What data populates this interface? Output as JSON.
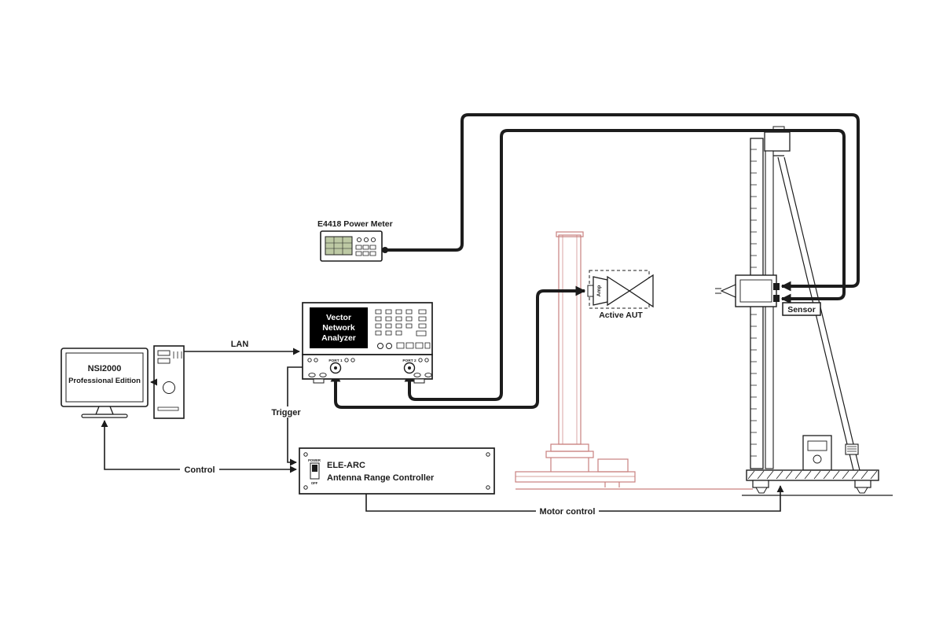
{
  "colors": {
    "ink": "#1c1c1c",
    "positioner": "#c9807e",
    "meter_display": "#bdc9a4"
  },
  "workstation": {
    "monitor_line1": "NSI2000",
    "monitor_line2": "Professional Edition"
  },
  "power_meter": {
    "label": "E4418 Power Meter"
  },
  "vna": {
    "screen": [
      "Vector",
      "Network",
      "Analyzer"
    ],
    "port1": "PORT 1",
    "port2": "PORT 2"
  },
  "controller": {
    "name": "ELE-ARC",
    "subtitle": "Antenna Range Controller",
    "switch_top": "POWER",
    "switch_bottom": "OFF"
  },
  "aut": {
    "label": "Active AUT",
    "amp": "Amp"
  },
  "scanner": {
    "sensor": "Sensor"
  },
  "connections": {
    "lan": "LAN",
    "trigger": "Trigger",
    "control": "Control",
    "motor": "Motor control"
  }
}
